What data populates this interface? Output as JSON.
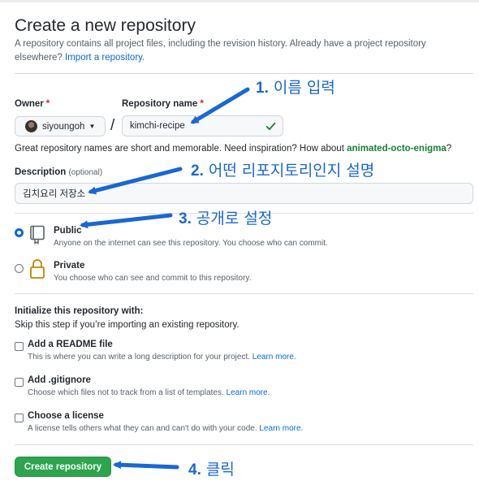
{
  "header": {
    "title": "Create a new repository",
    "subtitle_text": "A repository contains all project files, including the revision history. Already have a project repository elsewhere?",
    "import_link": "Import a repository."
  },
  "owner": {
    "label": "Owner",
    "required_mark": "*",
    "value": "siyoungoh"
  },
  "repo_name": {
    "label": "Repository name",
    "required_mark": "*",
    "value": "kimchi-recipe"
  },
  "slash": "/",
  "name_hint": {
    "text": "Great repository names are short and memorable. Need inspiration? How about",
    "suggestion": "animated-octo-enigma",
    "end": "?"
  },
  "description": {
    "label": "Description",
    "optional": "(optional)",
    "value": "김치요리 저장소"
  },
  "visibility": {
    "public": {
      "title": "Public",
      "desc": "Anyone on the internet can see this repository. You choose who can commit.",
      "selected": true
    },
    "private": {
      "title": "Private",
      "desc": "You choose who can see and commit to this repository.",
      "selected": false
    }
  },
  "init": {
    "heading": "Initialize this repository with:",
    "skip_note": "Skip this step if you’re importing an existing repository.",
    "options": [
      {
        "title": "Add a README file",
        "desc": "This is where you can write a long description for your project.",
        "link": "Learn more."
      },
      {
        "title": "Add .gitignore",
        "desc": "Choose which files not to track from a list of templates.",
        "link": "Learn more."
      },
      {
        "title": "Choose a license",
        "desc": "A license tells others what they can and can't do with your code.",
        "link": "Learn more."
      }
    ]
  },
  "create_button": "Create repository",
  "annotations": [
    {
      "num": "1.",
      "text": "이름 입력"
    },
    {
      "num": "2.",
      "text": "어떤 리포지토리인지 설명"
    },
    {
      "num": "3.",
      "text": "공개로 설정"
    },
    {
      "num": "4.",
      "text": "클릭"
    }
  ],
  "colors": {
    "accent_blue": "#0969da",
    "annotation_blue": "#1967d2",
    "green": "#2da44e",
    "required_red": "#cf222e"
  }
}
